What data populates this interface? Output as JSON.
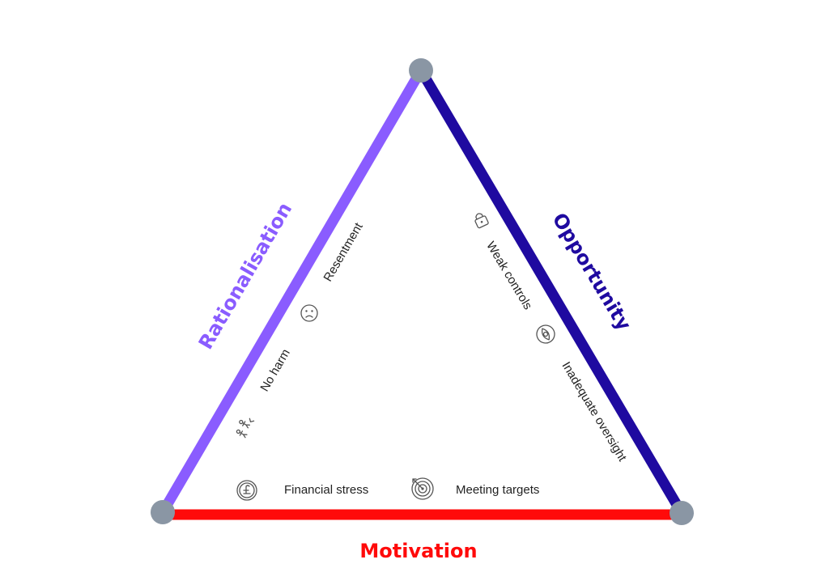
{
  "diagram": {
    "sides": {
      "rationalisation": {
        "label": "Rationalisation",
        "color": "#8a5cff"
      },
      "opportunity": {
        "label": "Opportunity",
        "color": "#1f0aa0"
      },
      "motivation": {
        "label": "Motivation",
        "color": "#ff0a0a"
      }
    },
    "vertex_color": "#8a96a4",
    "factors": {
      "rationalisation": [
        {
          "label": "Resentment",
          "icon": "frown-face-icon"
        },
        {
          "label": "No harm",
          "icon": "scattered-people-icon"
        }
      ],
      "opportunity": [
        {
          "label": "Weak controls",
          "icon": "padlock-icon"
        },
        {
          "label": "Inadequate oversight",
          "icon": "eye-icon"
        }
      ],
      "motivation": [
        {
          "label": "Financial stress",
          "icon": "pound-coin-icon"
        },
        {
          "label": "Meeting targets",
          "icon": "target-icon"
        }
      ]
    }
  }
}
